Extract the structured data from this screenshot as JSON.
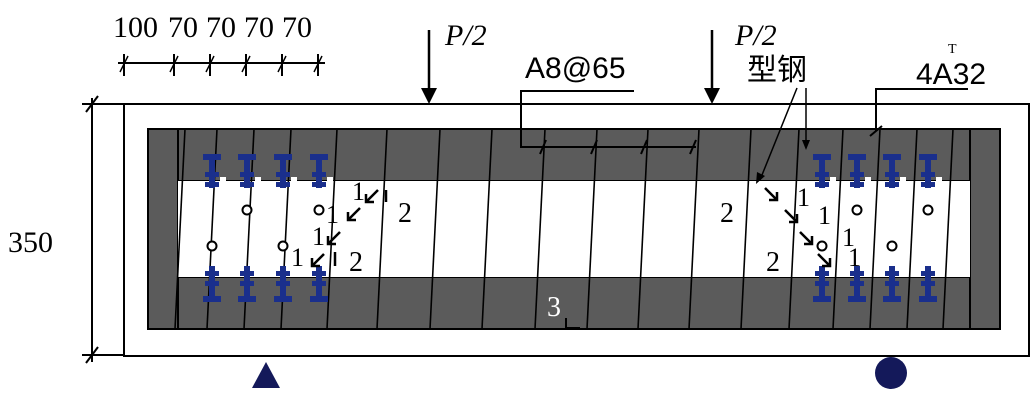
{
  "dimensions": {
    "spacing_labels": [
      "100",
      "70",
      "70",
      "70",
      "70"
    ],
    "height_label": "350"
  },
  "loads": {
    "left": "P/2",
    "right": "P/2"
  },
  "reinforcement": {
    "stirrup_label": "A8@65",
    "steel_section_label": "型钢",
    "longitudinal_label": "4A",
    "longitudinal_label_suffix": "32",
    "longitudinal_label_super": "T"
  },
  "gauge_labels": {
    "left": [
      "1",
      "1",
      "1",
      "1",
      "2",
      "2"
    ],
    "right": [
      "2",
      "1",
      "1",
      "1",
      "1",
      "2"
    ],
    "bottom": "3"
  },
  "supports": {
    "left": "triangle",
    "right": "circle"
  },
  "colors": {
    "concrete": "#5b5b5b",
    "steel_connector": "#1a2f8c",
    "support": "#14195a",
    "line": "#000000"
  }
}
